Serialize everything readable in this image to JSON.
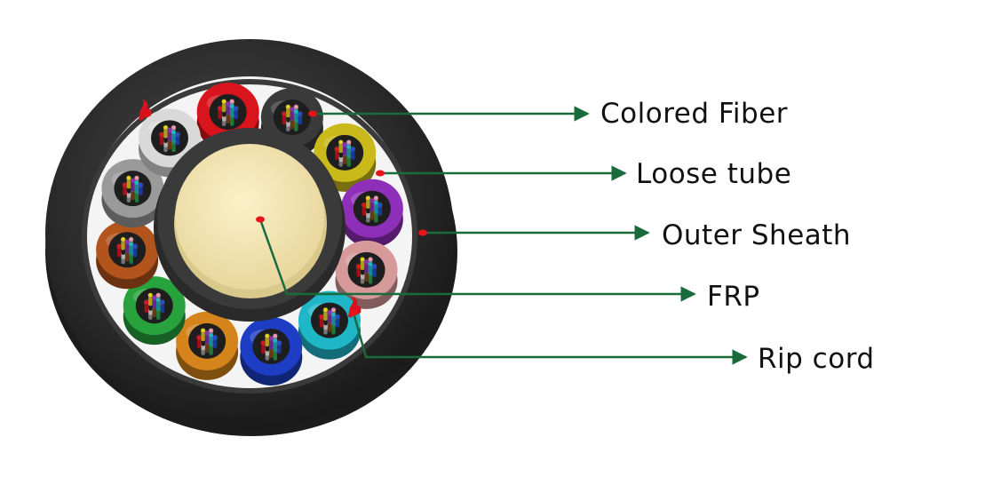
{
  "labels": {
    "colored_fiber": "Colored Fiber",
    "loose_tube": "Loose tube",
    "outer_sheath": "Outer Sheath",
    "frp": "FRP",
    "rip_cord": "Rip cord"
  },
  "colors": {
    "leader_line": "#1a6b3c",
    "marker_dot": "#e8141c",
    "sheath": "#2a2a2a",
    "frp_core": "#f3e6b6",
    "central_buffer": "#2e2e2e",
    "rip_cord": "#d8121c"
  },
  "loose_tubes": [
    {
      "name": "red-tube",
      "color": "#d8141c"
    },
    {
      "name": "black-tube",
      "color": "#3a3a3a"
    },
    {
      "name": "yellow-tube",
      "color": "#c9b91a"
    },
    {
      "name": "violet-tube",
      "color": "#8d2fb8"
    },
    {
      "name": "rose-tube",
      "color": "#d79a9a"
    },
    {
      "name": "aqua-tube",
      "color": "#1fb6c8"
    },
    {
      "name": "blue-tube",
      "color": "#1d3ec4"
    },
    {
      "name": "orange-tube",
      "color": "#d4841a"
    },
    {
      "name": "green-tube",
      "color": "#27a23d"
    },
    {
      "name": "brown-tube",
      "color": "#b2541c"
    },
    {
      "name": "slate-tube",
      "color": "#9a9a9a"
    },
    {
      "name": "white-tube",
      "color": "#d9d9d9"
    }
  ],
  "fiber_colors": [
    "#1f4fd1",
    "#e37a12",
    "#2aa04a",
    "#8a4a1c",
    "#9a9a9a",
    "#ececec",
    "#d8141c",
    "#222222",
    "#e8d21c",
    "#8d2fb8",
    "#e89ab0",
    "#1fb6c8"
  ]
}
